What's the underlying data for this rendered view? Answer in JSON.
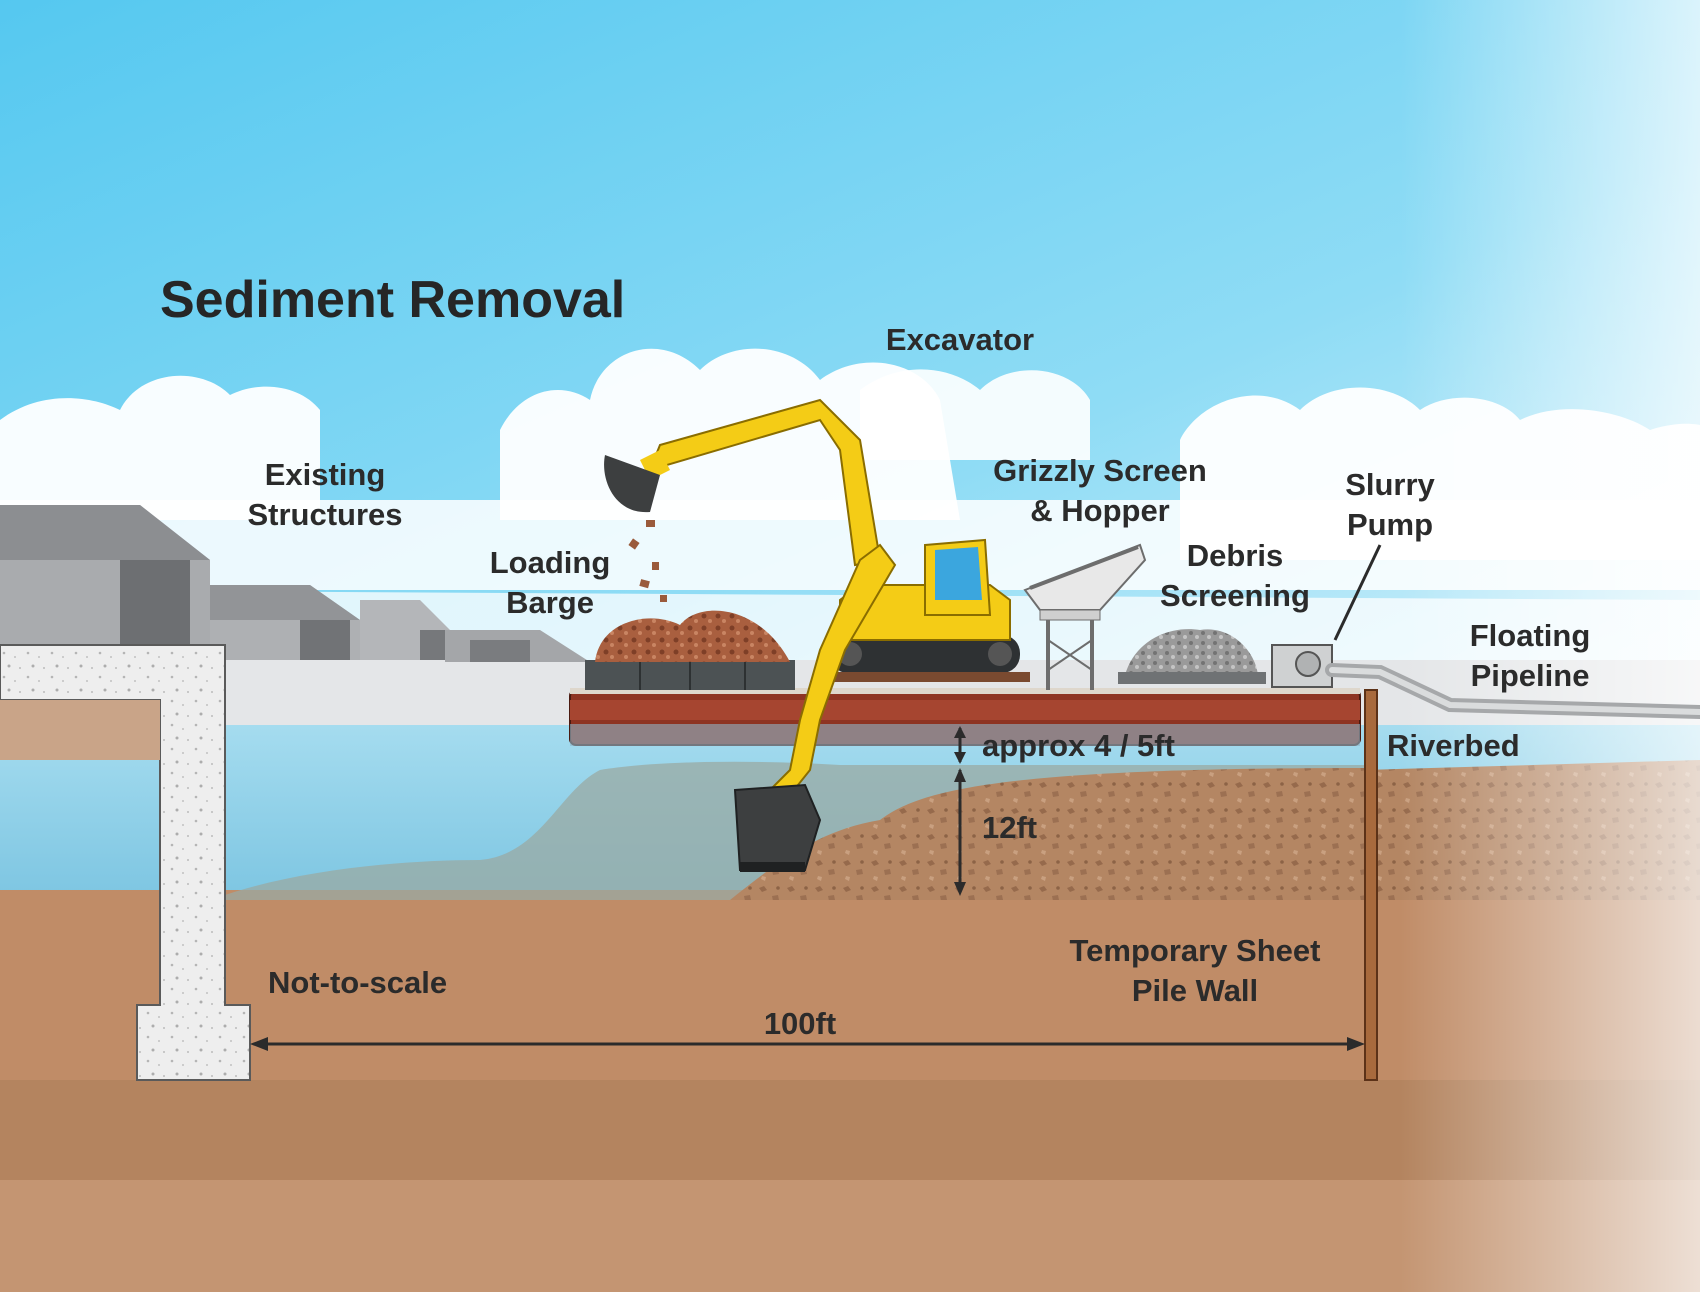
{
  "title": "Sediment Removal",
  "labels": {
    "excavator": "Excavator",
    "existing_structures": [
      "Existing",
      "Structures"
    ],
    "loading_barge": [
      "Loading",
      "Barge"
    ],
    "grizzly_screen": [
      "Grizzly Screen",
      "& Hopper"
    ],
    "slurry_pump": [
      "Slurry",
      "Pump"
    ],
    "debris_screening": [
      "Debris",
      "Screening"
    ],
    "floating_pipeline": [
      "Floating",
      "Pipeline"
    ],
    "riverbed": "Riverbed",
    "draft": "approx 4 / 5ft",
    "depth": "12ft",
    "not_to_scale": "Not-to-scale",
    "sheet_pile": [
      "Temporary Sheet",
      "Pile Wall"
    ],
    "width": "100ft"
  },
  "colors": {
    "sky_top": "#5ccdf2",
    "water": "#8fd3ea",
    "soil": "#c18e68",
    "barge_hull": "#8e3422",
    "excavator": "#f4cc16",
    "concrete": "#ececec"
  }
}
